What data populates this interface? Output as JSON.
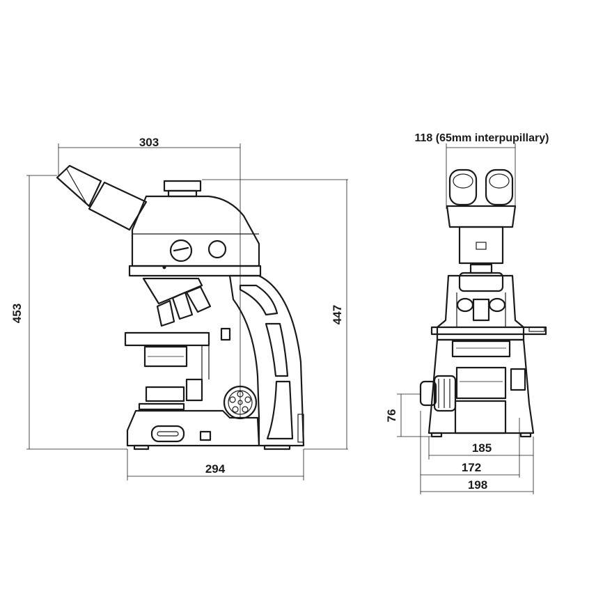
{
  "dimensions": {
    "side_width_top": "303",
    "side_height_total": "453",
    "side_height_body": "447",
    "side_base_width": "294",
    "front_eyepiece": "118 (65mm interpupillary)",
    "front_base_height": "76",
    "front_width_inner": "185",
    "front_width_mid": "172",
    "front_width_outer": "198"
  },
  "colors": {
    "line": "#1a1a1a",
    "background": "#ffffff"
  }
}
